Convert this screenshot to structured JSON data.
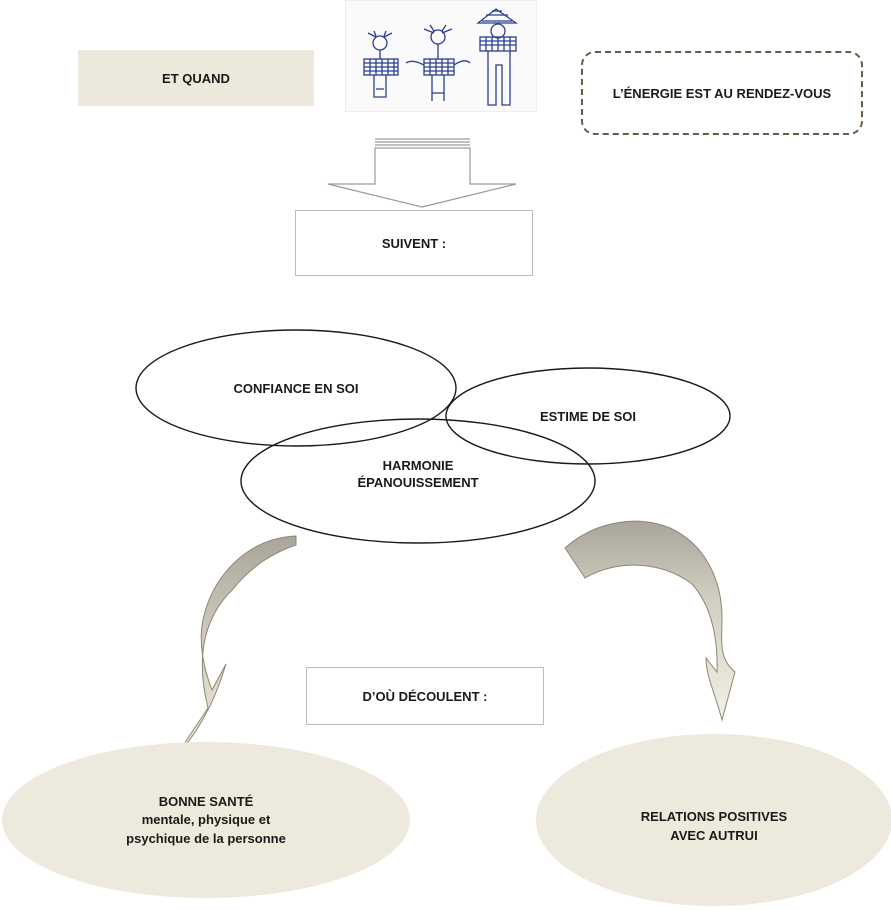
{
  "top": {
    "left_label": "ET QUAND",
    "right_label": "L’ÉNERGIE EST AU RENDEZ-VOUS",
    "arrow_label": "SUIVENT :"
  },
  "ellipses": {
    "confiance": "CONFIANCE EN SOI",
    "estime": "ESTIME DE  SOI",
    "harmonie_line1": "HARMONIE",
    "harmonie_line2": "ÉPANOUISSEMENT"
  },
  "middle": {
    "label": "D’OÙ DÉCOULENT :"
  },
  "outcomes": {
    "left_line1": "BONNE SANTÉ",
    "left_line2": "mentale, physique et",
    "left_line3": "psychique de la personne",
    "right_line1": "RELATIONS POSITIVES",
    "right_line2": "AVEC AUTRUI"
  },
  "colors": {
    "beige_fill": "#ece8dc",
    "dashed_border": "#6b5a45",
    "arrow_top": "#a9a59b",
    "arrow_bottom": "#f1efe0",
    "ellipse_fill": "#ede9dc"
  }
}
